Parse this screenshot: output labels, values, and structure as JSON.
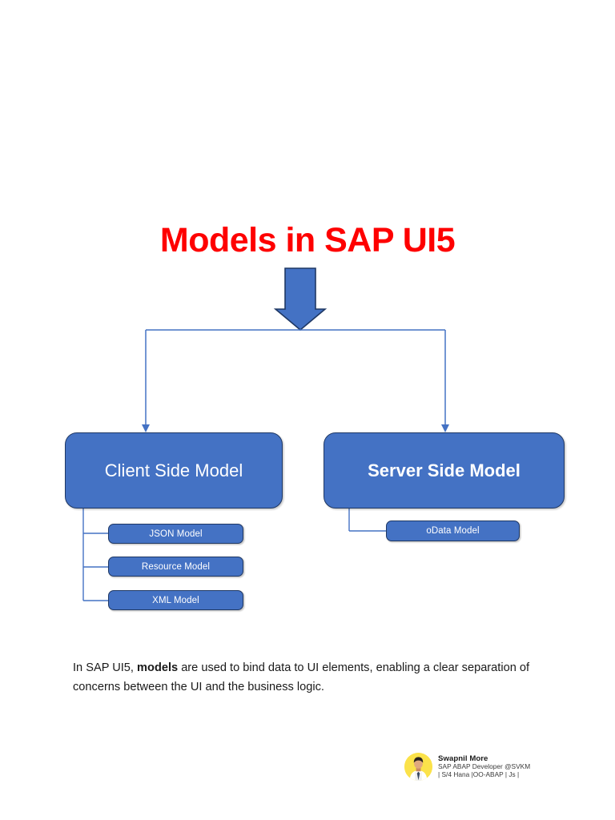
{
  "title": "Models in SAP UI5",
  "colors": {
    "title_red": "#fe0000",
    "box_blue": "#4472c4",
    "box_border": "#1f3864",
    "connector_blue": "#4472c4",
    "page_background": "#ffffff",
    "avatar_background": "#fbe24a"
  },
  "diagram": {
    "root_arrow": "down-arrow-icon",
    "branches": [
      {
        "id": "client-side-model",
        "label": "Client Side Model",
        "bold": false,
        "children": [
          {
            "id": "json-model",
            "label": "JSON Model"
          },
          {
            "id": "resource-model",
            "label": "Resource Model"
          },
          {
            "id": "xml-model",
            "label": "XML Model"
          }
        ]
      },
      {
        "id": "server-side-model",
        "label": "Server Side Model",
        "bold": true,
        "children": [
          {
            "id": "odata-model",
            "label": "oData Model"
          }
        ]
      }
    ]
  },
  "description": {
    "lead": "In SAP UI5, ",
    "emphasis": "models",
    "rest": " are used to bind data to UI elements, enabling a clear separation of concerns between the UI and the business logic."
  },
  "signature": {
    "name": "Swapnil More",
    "role": "SAP ABAP Developer @SVKM",
    "skills": "| S/4 Hana |OO-ABAP | Js |",
    "avatar": "person-avatar-icon"
  }
}
